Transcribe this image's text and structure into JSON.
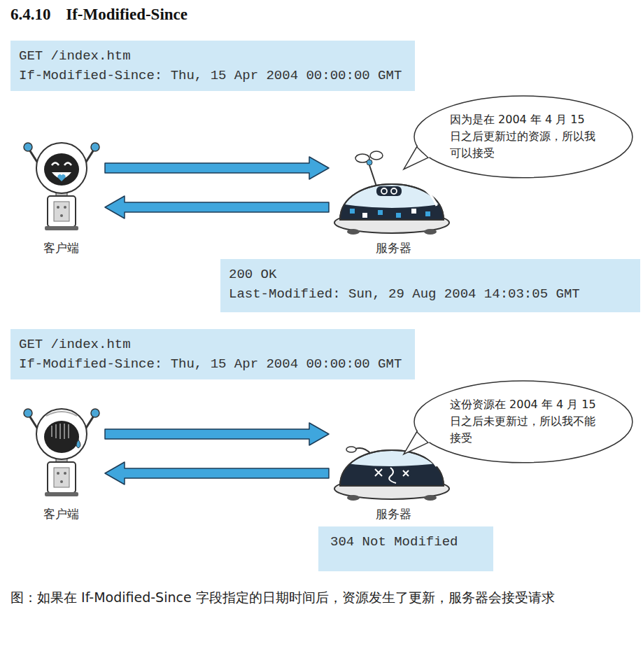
{
  "diagram": {
    "title": "6.4.10 If-Modified-Since",
    "caption": "图：如果在 If-Modified-Since 字段指定的日期时间后，资源发生了更新，服务器会接受请求",
    "nodes": [
      {
        "text": [
          "GET /index.htm",
          "If-Modified-Since: Thu, 15 Apr 2004 00:00:00 GMT"
        ]
      },
      {
        "text": [
          "因为是在 2004 年 4 月 15 日之后更新过的资源，所以我可以接受"
        ]
      },
      {
        "text": [
          "客户端"
        ]
      },
      {
        "text": [
          "服务器"
        ]
      },
      {
        "text": [
          "200 OK",
          "Last-Modified: Sun, 29 Aug 2004 14:03:05 GMT"
        ]
      },
      {
        "text": [
          "GET /index.htm",
          "If-Modified-Since: Thu, 15 Apr 2004 00:00:00 GMT"
        ]
      },
      {
        "text": [
          "这份资源在 2004 年 4 月 15 日之后未更新过，所以我不能接受"
        ]
      },
      {
        "text": [
          "客户端"
        ]
      },
      {
        "text": [
          "服务器"
        ]
      },
      {
        "text": [
          "304 Not Modified"
        ]
      }
    ],
    "edges": [
      {
        "from": 2,
        "to": 3,
        "arrow": "to"
      },
      {
        "from": 3,
        "to": 2,
        "arrow": "to"
      },
      {
        "from": 7,
        "to": 8,
        "arrow": "to"
      },
      {
        "from": 8,
        "to": 7,
        "arrow": "to"
      }
    ]
  }
}
